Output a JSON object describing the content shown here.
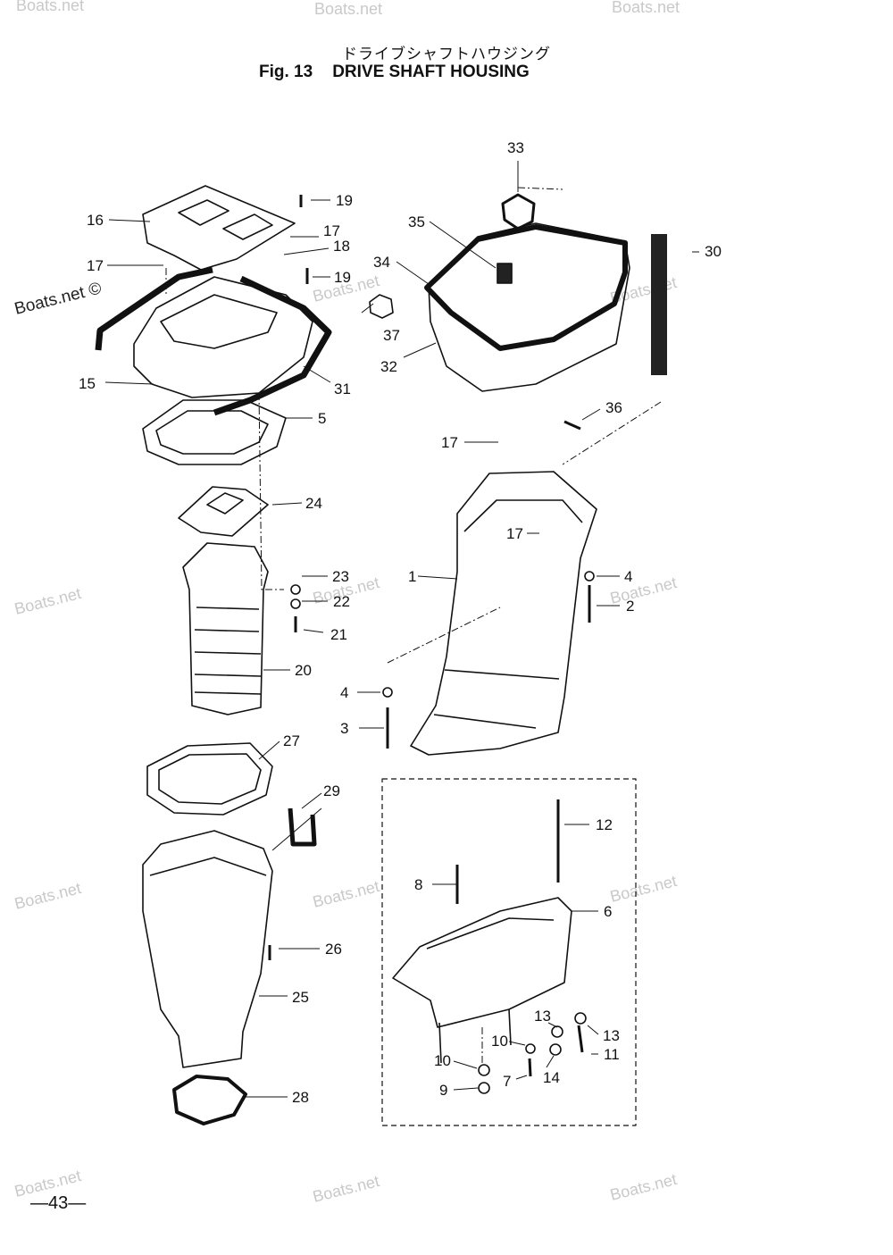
{
  "title": {
    "japanese": "ドライブシャフトハウジング",
    "figure": "Fig. 13",
    "english": "DRIVE SHAFT HOUSING"
  },
  "page_number": "—43—",
  "watermark": {
    "text": "Boats.net",
    "symbol": "©",
    "prominent_text": "Boats.net ©"
  },
  "callouts": [
    "1",
    "2",
    "3",
    "4",
    "4",
    "5",
    "6",
    "7",
    "8",
    "9",
    "10",
    "10",
    "11",
    "12",
    "13",
    "13",
    "14",
    "15",
    "16",
    "17",
    "17",
    "17",
    "17",
    "18",
    "19",
    "19",
    "20",
    "21",
    "22",
    "23",
    "24",
    "25",
    "26",
    "27",
    "28",
    "29",
    "30",
    "31",
    "32",
    "33",
    "34",
    "35",
    "36",
    "37"
  ]
}
